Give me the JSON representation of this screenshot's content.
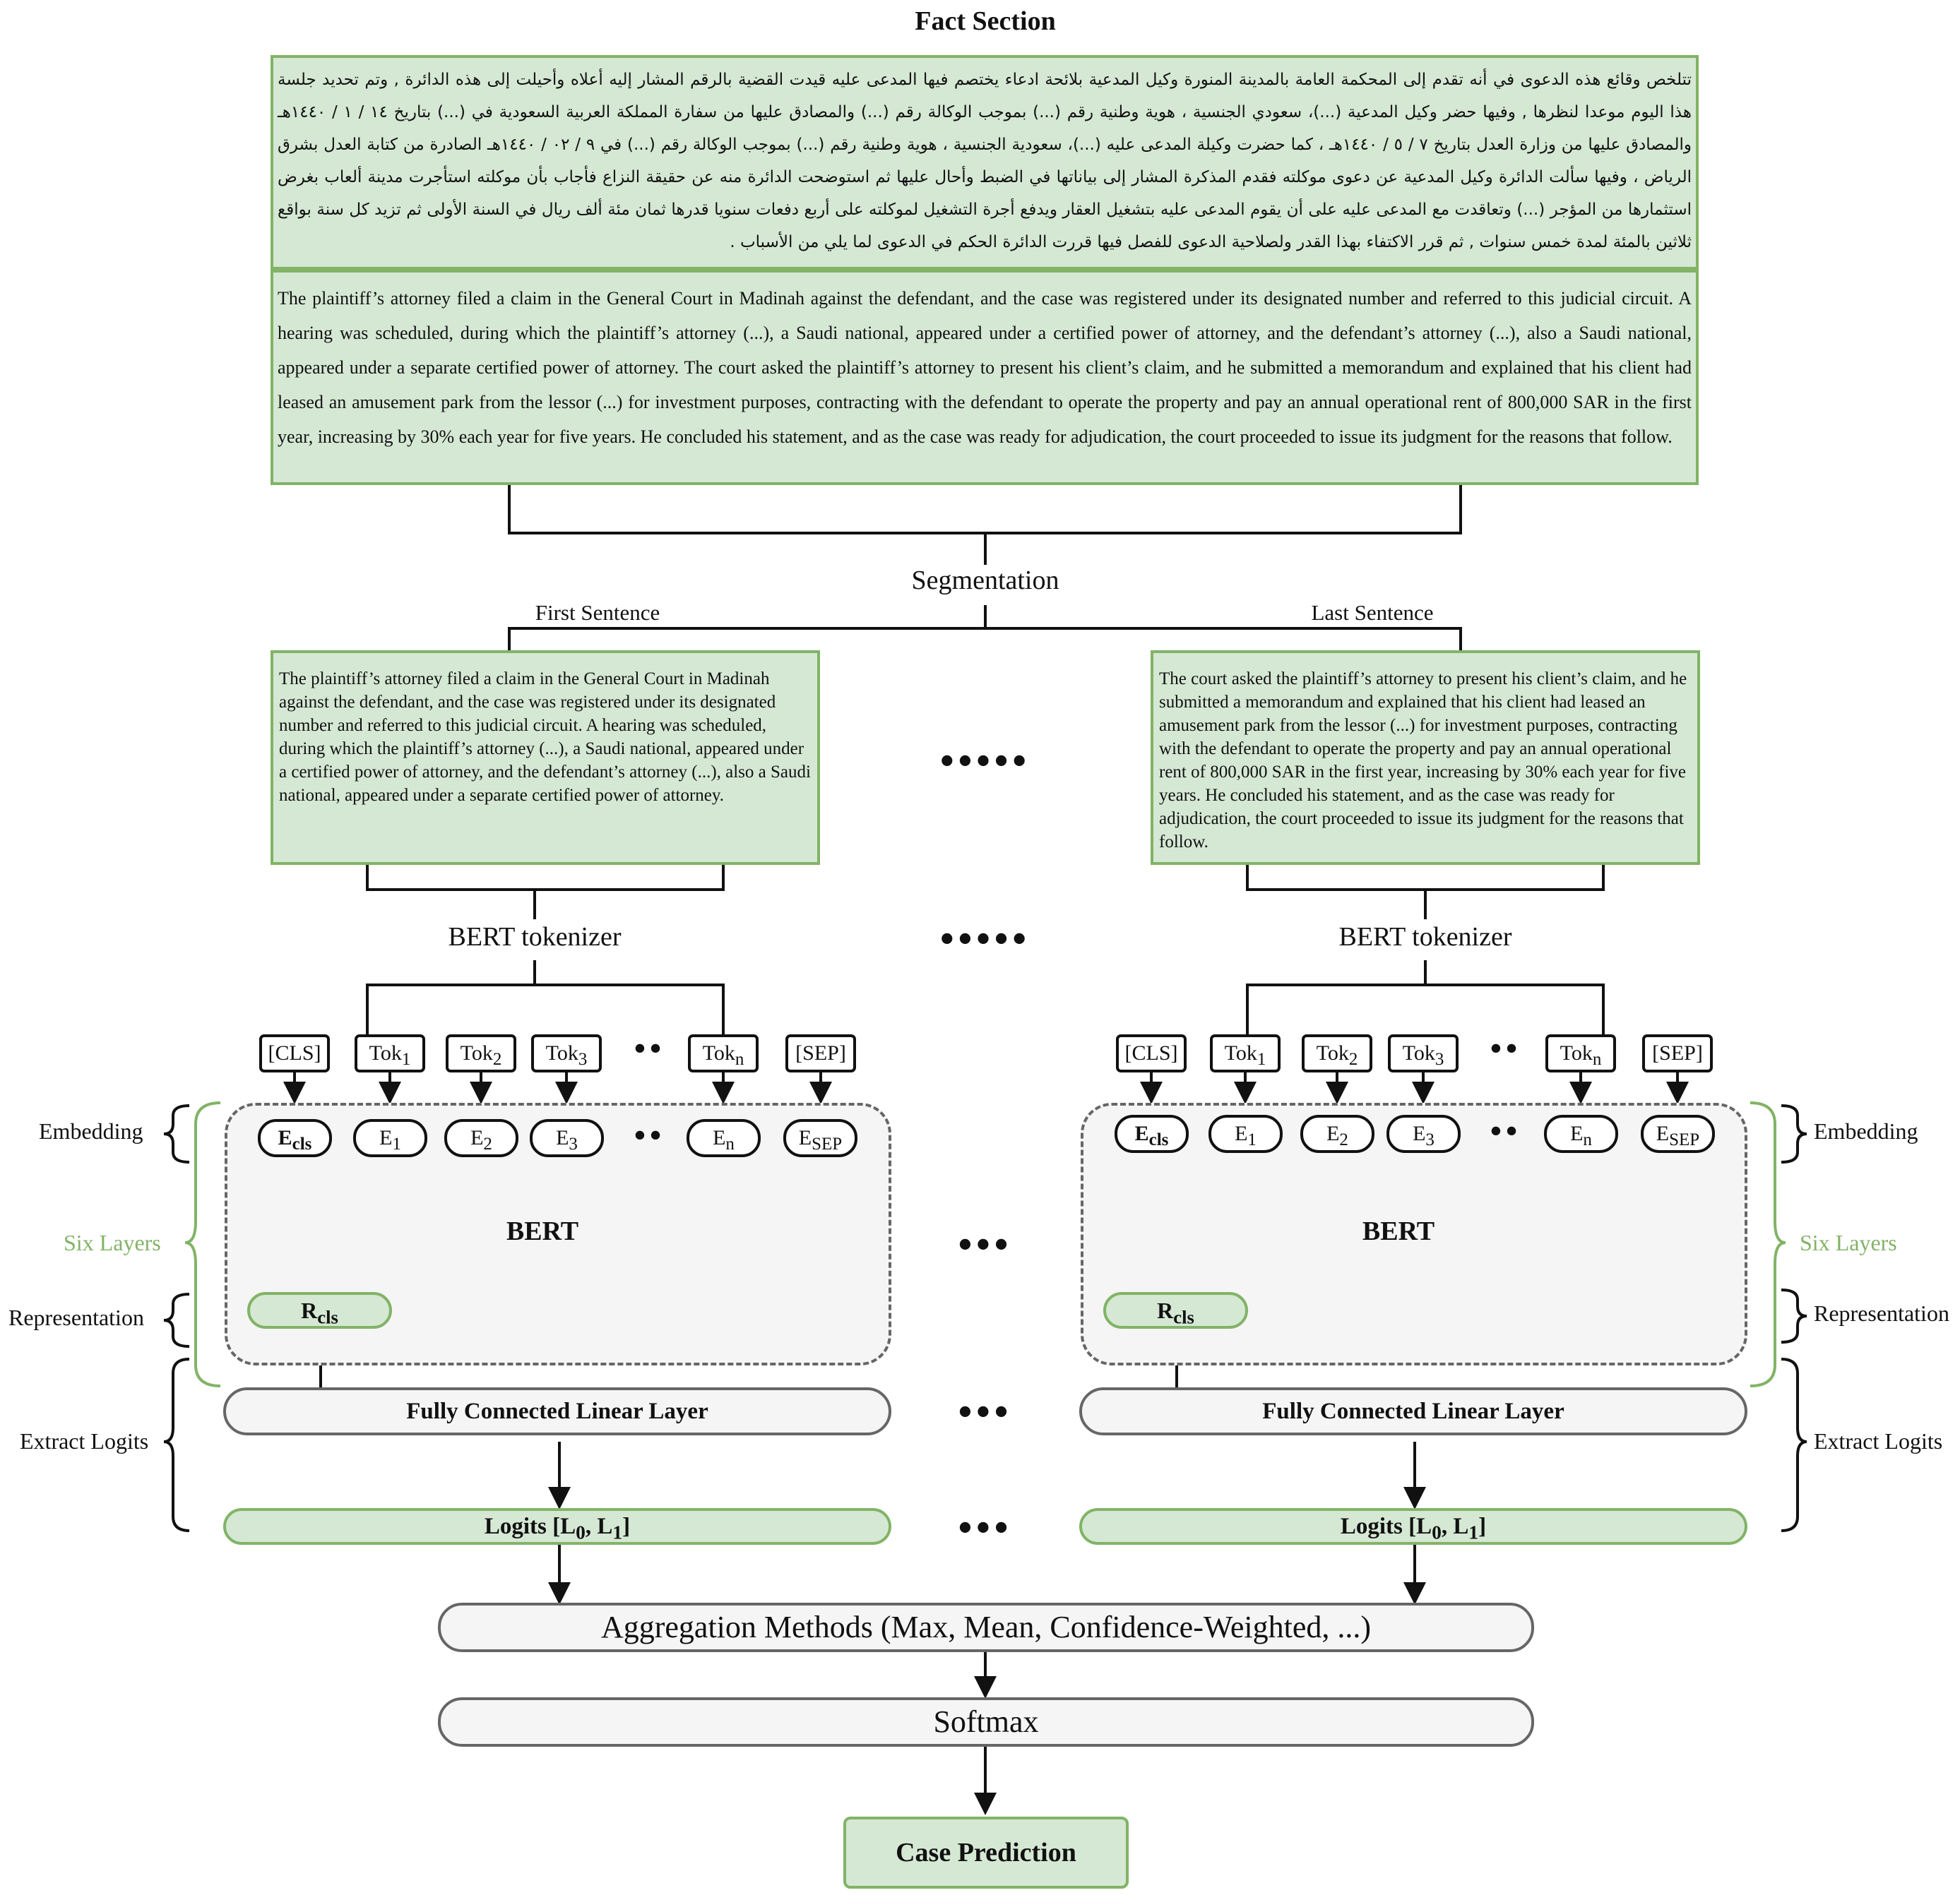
{
  "title": "Fact Section",
  "arabic_text": "تتلخص وقائع هذه الدعوى في أنه تقدم إلى المحكمة العامة بالمدينة المنورة وكيل المدعية بلائحة ادعاء يختصم فيها المدعى عليه قيدت القضية بالرقم المشار إليه أعلاه وأحيلت إلى هذه الدائرة , وتم تحديد جلسة هذا اليوم موعدا لنظرها , وفيها حضر وكيل المدعية (...)، سعودي الجنسية ، هوية وطنية رقم (...) بموجب الوكالة رقم (...) والمصادق عليها من سفارة المملكة العربية السعودية في (...) بتاريخ ١٤ / ١ / ١٤٤٠هـ والمصادق عليها من وزارة العدل بتاريخ ٧ / ٥ / ١٤٤٠هـ ، كما حضرت وكيلة المدعى عليه (...)، سعودية الجنسية ، هوية وطنية رقم (...) بموجب الوكالة رقم (...) في ٩ / ٠٢ / ١٤٤٠هـ الصادرة من كتابة العدل بشرق الرياض ، وفيها سألت الدائرة وكيل المدعية عن دعوى موكلته فقدم المذكرة المشار إلى بياناتها في الضبط وأحال عليها ثم استوضحت الدائرة منه عن حقيقة النزاع فأجاب بأن موكلته استأجرت مدينة ألعاب بغرض استثمارها من المؤجر (...) وتعاقدت مع المدعى عليه على أن يقوم المدعى عليه بتشغيل العقار ويدفع أجرة التشغيل لموكلته على أربع دفعات سنويا قدرها ثمان مئة ألف ريال في السنة الأولى ثم تزيد كل سنة بواقع ثلاثين بالمئة لمدة خمس سنوات , ثم قرر الاكتفاء بهذا القدر ولصلاحية الدعوى للفصل فيها قررت الدائرة الحكم في الدعوى لما يلي من الأسباب .",
  "english_text": "The plaintiff’s attorney filed a claim in the General Court in Madinah against the defendant, and the case was registered under its designated number and referred to this judicial circuit. A hearing was scheduled, during which the plaintiff’s attorney (...), a Saudi national, appeared under a certified power of attorney, and the defendant’s attorney (...), also a Saudi national, appeared under a separate certified power of attorney. The court asked the plaintiff’s attorney to present his client’s claim, and he submitted a memorandum and explained that his client had leased an amusement park from the lessor (...) for investment purposes, contracting with the defendant to operate the property and pay an annual operational rent of 800,000 SAR in the first year, increasing by 30% each year for five years. He concluded his statement, and as the case was ready for adjudication, the court proceeded to issue its judgment for the reasons that follow.",
  "segmentation": "Segmentation",
  "first_sentence_label": "First Sentence",
  "last_sentence_label": "Last Sentence",
  "first_sentence": "The plaintiff’s attorney filed a claim in the General Court in Madinah against the defendant, and the case was registered under its designated number and referred to this judicial circuit. A hearing was scheduled, during which the plaintiff’s attorney (...), a Saudi national, appeared under a certified power of attorney, and the defendant’s attorney (...), also a Saudi national, appeared under a separate certified power of attorney.",
  "last_sentence": "The court asked the plaintiff’s attorney to present his client’s claim, and he submitted a memorandum and explained that his client had leased an amusement park from the lessor (...) for investment purposes, contracting with the defendant to operate the property and pay an annual operational rent of 800,000 SAR in the first year, increasing by 30% each year for five years. He concluded his statement, and as the case was ready for adjudication, the court proceeded to issue its judgment for the reasons that follow.",
  "dots5": "•••••",
  "dots3": "•••",
  "dots2": "••",
  "tokenizer": "BERT tokenizer",
  "tokens": {
    "cls": "[CLS]",
    "tok": "Tok",
    "sep": "[SEP]",
    "s1": "1",
    "s2": "2",
    "s3": "3",
    "sn": "n"
  },
  "embeddings": {
    "e": "E",
    "cls_sub": "cls",
    "sep_sub": "SEP"
  },
  "bert": "BERT",
  "rcls": {
    "r": "R",
    "sub": "cls"
  },
  "fc_layer": "Fully Connected Linear Layer",
  "logits": {
    "prefix": "Logits [L",
    "l0": "0",
    "mid": ", L",
    "l1": "1",
    "suffix": "]"
  },
  "side_labels": {
    "embedding": "Embedding",
    "six_layers": "Six Layers",
    "representation": "Representation",
    "extract_logits": "Extract Logits"
  },
  "aggregation": "Aggregation Methods (Max, Mean, Confidence-Weighted, ...)",
  "softmax": "Softmax",
  "prediction": "Case Prediction",
  "colors": {
    "green_fill": "#d5e8d4",
    "green_stroke": "#82b366",
    "grey_fill": "#f5f5f5",
    "grey_stroke": "#666666"
  }
}
